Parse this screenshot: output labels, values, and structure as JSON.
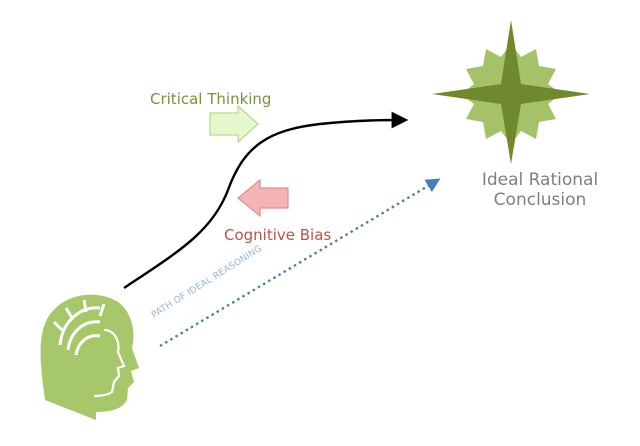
{
  "labels": {
    "critical_thinking": "Critical Thinking",
    "cognitive_bias": "Cognitive Bias",
    "conclusion_line1": "Ideal Rational",
    "conclusion_line2": "Conclusion",
    "ideal_path": "PATH OF IDEAL REASONING"
  },
  "icons": {
    "mind": "head-with-brain-icon",
    "goal": "compass-star-icon"
  },
  "colors": {
    "critical_text": "#77933c",
    "critical_arrow_fill": "#e6f7cc",
    "critical_arrow_stroke": "#b6d88a",
    "bias_text": "#c0504d",
    "bias_arrow_fill": "#f4b4b4",
    "bias_arrow_stroke": "#dd8f8f",
    "conclusion_text": "#7f7f7f",
    "ideal_path": "#4a7ebb",
    "ideal_path_text": "#95b3d7",
    "star_dark": "#6f8a2e",
    "star_light": "#a6c268",
    "head": "#a6c86a",
    "reasoning_path": "#000000"
  }
}
